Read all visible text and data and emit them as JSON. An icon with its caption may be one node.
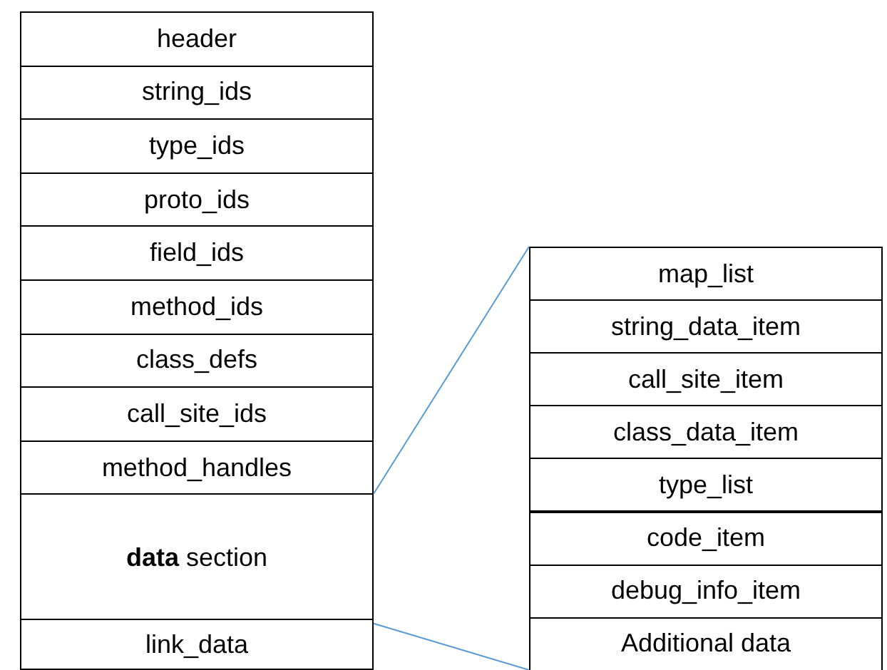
{
  "diagram": {
    "nodes": [
      {
        "text": [
          "header"
        ]
      },
      {
        "text": [
          "string_ids"
        ]
      },
      {
        "text": [
          "type_ids"
        ]
      },
      {
        "text": [
          "proto_ids"
        ]
      },
      {
        "text": [
          "field_ids"
        ]
      },
      {
        "text": [
          "method_ids"
        ]
      },
      {
        "text": [
          "class_defs"
        ]
      },
      {
        "text": [
          "call_site_ids"
        ]
      },
      {
        "text": [
          "method_handles"
        ]
      },
      {
        "text": [
          "**data** section"
        ]
      },
      {
        "text": [
          "link_data"
        ]
      },
      {
        "text": [],
        "shape": "box"
      },
      {
        "text": [
          "map_list"
        ],
        "in": 11
      },
      {
        "text": [
          "string_data_item"
        ],
        "in": 11
      },
      {
        "text": [
          "call_site_item"
        ],
        "in": 11
      },
      {
        "text": [
          "class_data_item"
        ],
        "in": 11
      },
      {
        "text": [
          "type_list"
        ],
        "in": 11
      },
      {
        "text": [
          "code_item"
        ],
        "in": 11
      },
      {
        "text": [
          "debug_info_item"
        ],
        "in": 11
      },
      {
        "text": [
          "Additional data"
        ],
        "in": 11
      }
    ],
    "edges": [
      {
        "from": 9,
        "to": 11,
        "arrow": "none"
      },
      {
        "from": 9,
        "to": 11,
        "arrow": "none"
      }
    ]
  }
}
